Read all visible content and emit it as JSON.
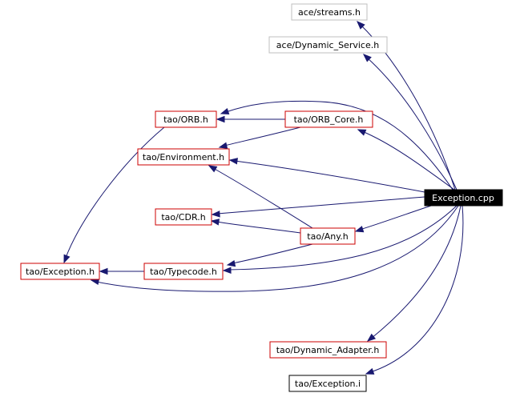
{
  "diagram": {
    "colors": {
      "edge": "#191970",
      "documented_border": "#cc0000",
      "external_border": "#bfbfbf",
      "plain_border": "#000000",
      "root_fill": "#000000",
      "root_text": "#ffffff"
    },
    "nodes": [
      {
        "id": "streams",
        "label": "ace/streams.h",
        "kind": "external"
      },
      {
        "id": "dynsvc",
        "label": "ace/Dynamic_Service.h",
        "kind": "external"
      },
      {
        "id": "orb",
        "label": "tao/ORB.h",
        "kind": "documented"
      },
      {
        "id": "orbcore",
        "label": "tao/ORB_Core.h",
        "kind": "documented"
      },
      {
        "id": "env",
        "label": "tao/Environment.h",
        "kind": "documented"
      },
      {
        "id": "root",
        "label": "Exception.cpp",
        "kind": "root"
      },
      {
        "id": "cdr",
        "label": "tao/CDR.h",
        "kind": "documented"
      },
      {
        "id": "any",
        "label": "tao/Any.h",
        "kind": "documented"
      },
      {
        "id": "exc",
        "label": "tao/Exception.h",
        "kind": "documented"
      },
      {
        "id": "tc",
        "label": "tao/Typecode.h",
        "kind": "documented"
      },
      {
        "id": "dynad",
        "label": "tao/Dynamic_Adapter.h",
        "kind": "documented"
      },
      {
        "id": "exci",
        "label": "tao/Exception.i",
        "kind": "plain"
      }
    ],
    "edges": [
      {
        "from": "root",
        "to": "streams"
      },
      {
        "from": "root",
        "to": "dynsvc"
      },
      {
        "from": "root",
        "to": "orb"
      },
      {
        "from": "root",
        "to": "orbcore"
      },
      {
        "from": "root",
        "to": "env"
      },
      {
        "from": "root",
        "to": "cdr"
      },
      {
        "from": "root",
        "to": "any"
      },
      {
        "from": "root",
        "to": "tc"
      },
      {
        "from": "root",
        "to": "exc"
      },
      {
        "from": "root",
        "to": "dynad"
      },
      {
        "from": "root",
        "to": "exci"
      },
      {
        "from": "orbcore",
        "to": "orb"
      },
      {
        "from": "orbcore",
        "to": "env"
      },
      {
        "from": "orb",
        "to": "exc"
      },
      {
        "from": "any",
        "to": "env"
      },
      {
        "from": "any",
        "to": "cdr"
      },
      {
        "from": "any",
        "to": "tc"
      },
      {
        "from": "tc",
        "to": "exc"
      }
    ]
  }
}
